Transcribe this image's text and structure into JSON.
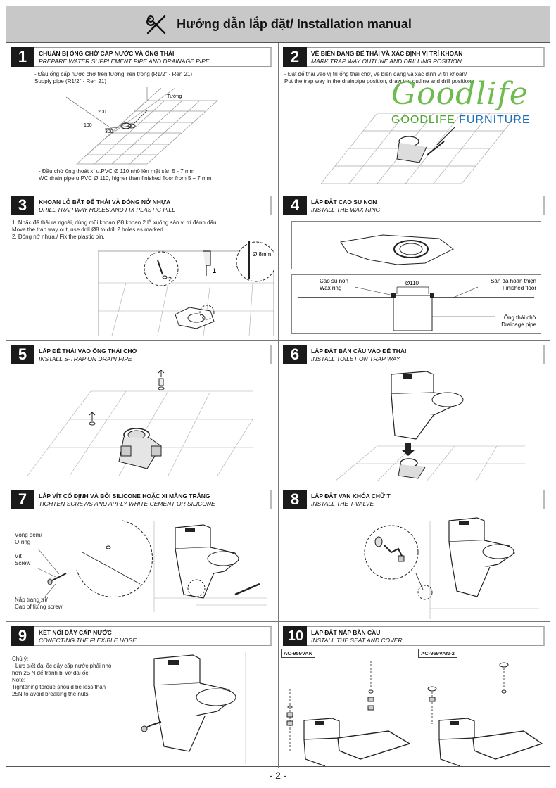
{
  "header": {
    "title": "Hướng dẫn lắp đặt/ Installation manual"
  },
  "brand": {
    "script": "Goodlife",
    "name_green": "GOODLIFE",
    "name_blue": "FURNITURE"
  },
  "steps": [
    {
      "num": "1",
      "title_vi": "CHUẨN BỊ ỐNG CHỜ CẤP NƯỚC VÀ ỐNG THẢI",
      "title_en": "PREPARE WATER SUPPLEMENT PIPE AND DRAINAGE PIPE",
      "lines": [
        "- Đầu ống cấp nước chờ trên tường, ren trong (R1/2\" - Ren 21)",
        "Supply pipe (R1/2\" - Ren 21)"
      ],
      "lines2": [
        "- Đầu chờ ống thoát xí u.PVC Ø  110 nhô lên mặt sàn 5 - 7 mm",
        "WC drain pipe u.PVC Ø  110, higher than finished floor from 5 ÷ 7 mm"
      ],
      "labels": {
        "wall": "Tường",
        "d200": "200",
        "d100": "100",
        "d300": "300"
      }
    },
    {
      "num": "2",
      "title_vi": "VẼ BIÊN DẠNG ĐẾ THẢI VÀ XÁC ĐỊNH VỊ TRÍ KHOAN",
      "title_en": "MARK TRAP WAY OUTLINE AND DRILLING POSITION",
      "lines": [
        "- Đặt đế thải vào vị trí ống thải chờ, vẽ biên dạng và xác định vị trí khoan/",
        "Put the trap way in the drainpipe position, draw the outline and drill positions"
      ]
    },
    {
      "num": "3",
      "title_vi": "KHOAN LỖ BẮT ĐẾ THẢI VÀ ĐÓNG NỞ NHỰA",
      "title_en": "DRILL TRAP WAY HOLES AND FIX PLASTIC PILL",
      "lines": [
        "1. Nhấc đế thải ra ngoài, dùng mũi khoan Ø8 khoan 2 lỗ xuống sàn vị trí đánh dấu.",
        "Move the trap way out, use drill Ø8 to drill 2 holes as marked.",
        "2. Đóng nở nhựa./ Fix the plastic pin."
      ],
      "labels": {
        "drill": "Ø 8mm",
        "one": "1",
        "two": "2"
      }
    },
    {
      "num": "4",
      "title_vi": "LẮP ĐẶT CAO SU NON",
      "title_en": "INSTALL THE WAX RING",
      "labels": {
        "wax_vi": "Cao su non",
        "wax_en": "Wax ring",
        "dia": "Ø110",
        "floor_vi": "Sàn đã hoàn thiện",
        "floor_en": "Finished floor",
        "pipe_vi": "Ống thải chờ",
        "pipe_en": "Drainage pipe"
      }
    },
    {
      "num": "5",
      "title_vi": "LẮP ĐẾ THẢI VÀO ỐNG THẢI CHỜ",
      "title_en": "INSTALL S-TRAP ON DRAIN PIPE"
    },
    {
      "num": "6",
      "title_vi": "LẮP ĐẶT BÀN CẦU VÀO ĐẾ THẢI",
      "title_en": "INSTALL TOILET ON TRAP WAY"
    },
    {
      "num": "7",
      "title_vi": "LẮP VÍT CỐ ĐỊNH VÀ BÔI SILICONE HOẶC XI MĂNG TRẮNG",
      "title_en": "TIGHTEN SCREWS AND APPLY WHITE CEMENT OR SILICONE",
      "labels": {
        "oring_vi": "Vòng đệm/",
        "oring_en": "O-ring",
        "screw_vi": "Vít",
        "screw_en": "Screw",
        "cap_vi": "Nắp trang trí/",
        "cap_en": "Cap of fixing screw"
      }
    },
    {
      "num": "8",
      "title_vi": "LẮP ĐẶT VAN KHÓA CHỮ T",
      "title_en": "INSTALL THE T-VALVE"
    },
    {
      "num": "9",
      "title_vi": "KẾT NỐI DÂY CẤP NƯỚC",
      "title_en": "CONECTING THE FLEXIBLE HOSE",
      "lines": [
        "Chú ý:",
        "- Lực siết đai ốc dây cấp nước phải nhỏ",
        "hơn 25 N để tránh bị vỡ đai ốc",
        "Note:",
        "Tightening torque should be less than",
        "25N to avoid breaking the nuts."
      ]
    },
    {
      "num": "10",
      "title_vi": "LẮP ĐẶT NẮP BÀN CẦU",
      "title_en": "INSTALL THE SEAT AND COVER",
      "labels": {
        "model_a": "AC-959VAN",
        "model_b": "AC-959VAN-2"
      }
    }
  ],
  "footer": {
    "page": "- 2 -"
  }
}
